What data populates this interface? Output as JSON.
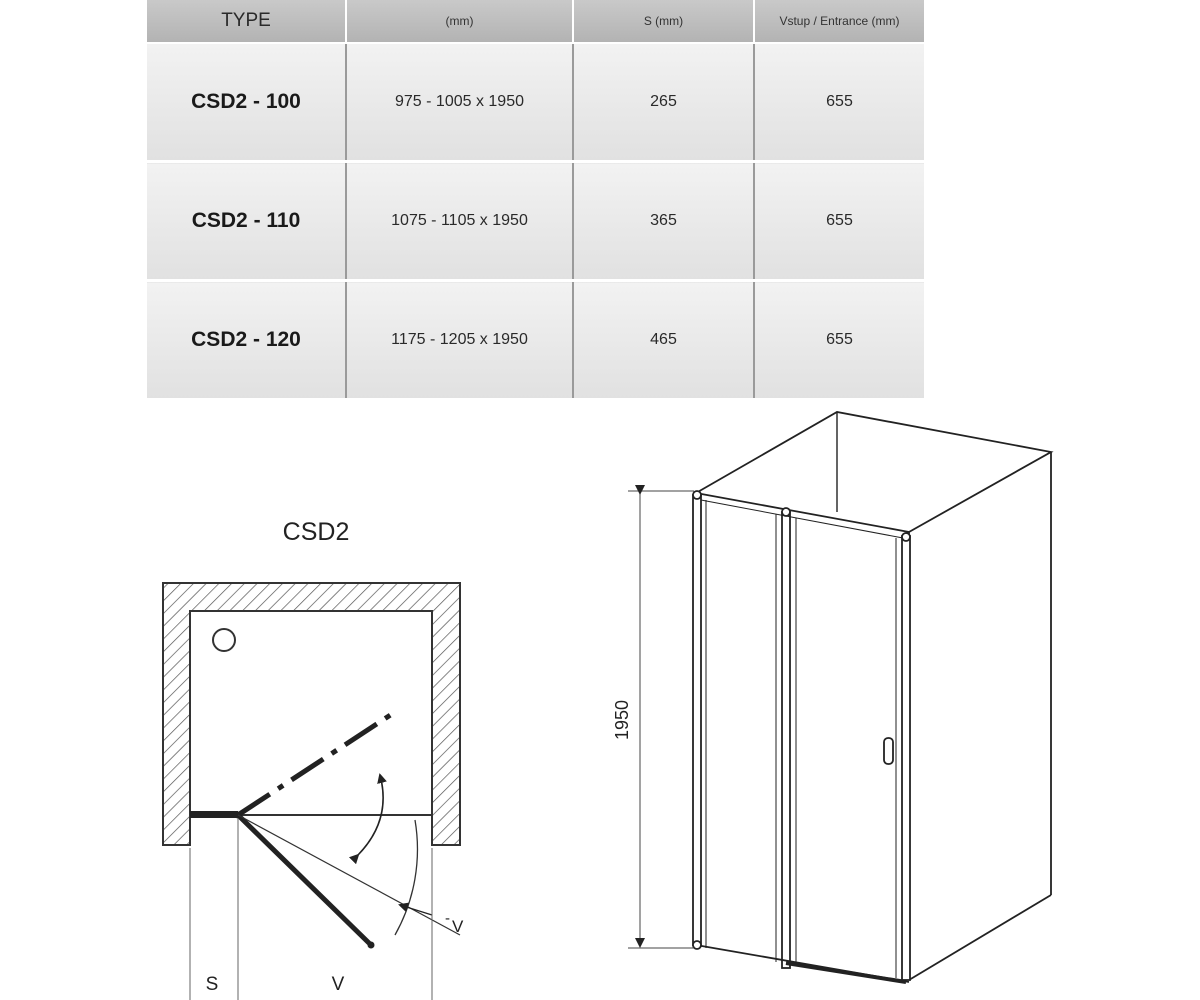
{
  "table": {
    "headers": [
      "TYPE",
      "(mm)",
      "S (mm)",
      "Vstup / Entrance (mm)"
    ],
    "rows": [
      {
        "type": "CSD2 - 100",
        "size": "975 - 1005 x 1950",
        "s": "265",
        "entrance": "655"
      },
      {
        "type": "CSD2 - 110",
        "size": "1075 - 1105 x 1950",
        "s": "365",
        "entrance": "655"
      },
      {
        "type": "CSD2 - 120",
        "size": "1175 - 1205 x 1950",
        "s": "465",
        "entrance": "655"
      }
    ]
  },
  "plan": {
    "title": "CSD2",
    "label_s": "S",
    "label_v": "V",
    "label_v_arrow": "V"
  },
  "elevation": {
    "height_label": "1950"
  }
}
